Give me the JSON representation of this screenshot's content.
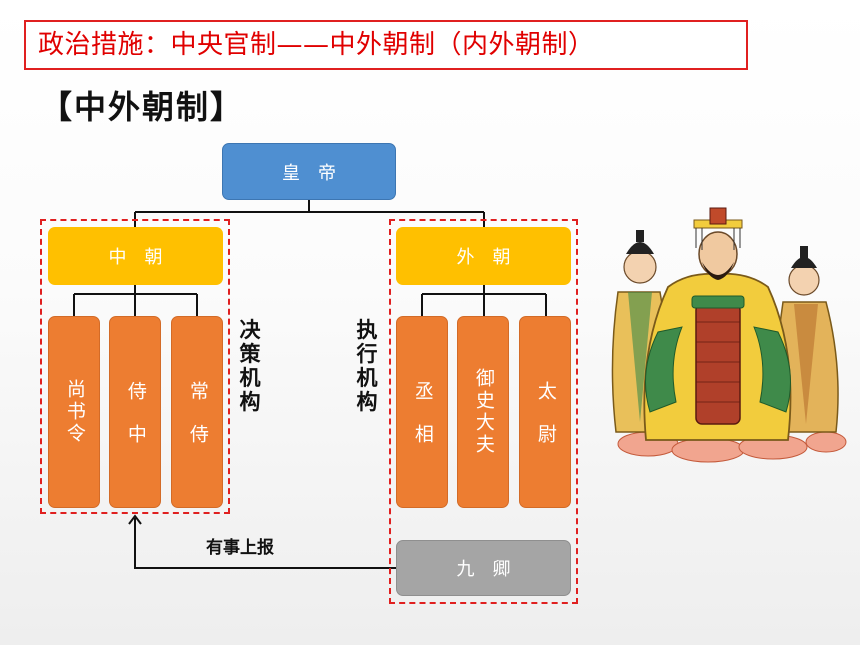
{
  "slide": {
    "title": "政治措施：中央官制——中外朝制（内外朝制）",
    "subtitle": "【中外朝制】"
  },
  "diagram": {
    "emperor": "皇帝",
    "inner_court": "中朝",
    "outer_court": "外朝",
    "inner_officials": [
      {
        "label": "尚书令"
      },
      {
        "label": "侍中"
      },
      {
        "label": "常侍"
      }
    ],
    "outer_officials": [
      {
        "label": "丞相"
      },
      {
        "label": "御史大夫"
      },
      {
        "label": "太尉"
      }
    ],
    "nine_ministers": "九卿",
    "inner_role": "决策机构",
    "outer_role": "执行机构",
    "report_label": "有事上报"
  },
  "colors": {
    "emperor": "#4f8fd1",
    "court": "#ffc000",
    "official": "#ed7d31",
    "nine_ministers": "#a5a5a5",
    "highlight": "#e02020"
  },
  "illustration": "emperor-with-attendants"
}
